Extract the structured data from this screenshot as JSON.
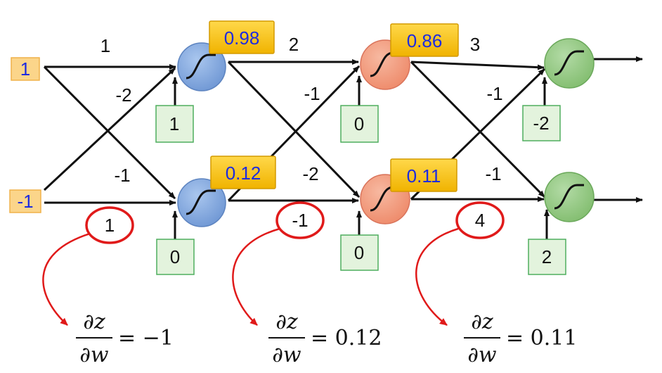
{
  "inputs": [
    "1",
    "-1"
  ],
  "weights": {
    "w1": "1",
    "w2": "-2",
    "w3": "-1",
    "w4": "2",
    "w5": "-1",
    "w6": "-2",
    "w7": "3",
    "w8": "-1",
    "w9": "-1"
  },
  "outputs": {
    "layer1_top": "0.98",
    "layer1_bottom": "0.12",
    "layer2_top": "0.86",
    "layer2_bottom": "0.11"
  },
  "biases": {
    "layer1_top": "1",
    "layer1_bottom": "0",
    "layer2_top": "0",
    "layer2_bottom": "0",
    "layer3_top": "-2",
    "layer3_bottom": "2"
  },
  "highlighted_weights": [
    "1",
    "-1",
    "4"
  ],
  "derivatives": [
    {
      "numerator": "∂z",
      "denominator": "∂w",
      "rhs": "= −1"
    },
    {
      "numerator": "∂z",
      "denominator": "∂w",
      "rhs": "= 0.12"
    },
    {
      "numerator": "∂z",
      "denominator": "∂w",
      "rhs": "= 0.11"
    }
  ],
  "colors": {
    "layer1_neuron": "#7fa6dd",
    "layer2_neuron": "#f2987a",
    "layer3_neuron": "#8fc67f",
    "value_box": "#fbc400",
    "input_box": "#fbd58a",
    "bias_box": "#e3f3dd",
    "bias_border": "#4fae5f",
    "highlight": "#e01a1a",
    "value_text": "#1d2be0"
  }
}
